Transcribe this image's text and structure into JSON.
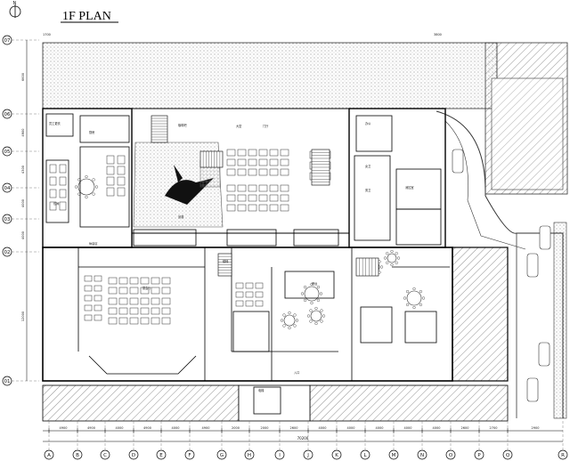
{
  "title": "1F PLAN",
  "north_label": "N",
  "rows": [
    "07",
    "06",
    "05",
    "04",
    "03",
    "02",
    "01"
  ],
  "cols": [
    "A",
    "B",
    "C",
    "D",
    "E",
    "F",
    "G",
    "H",
    "I",
    "J",
    "K",
    "L",
    "M",
    "N",
    "O",
    "P",
    "Q",
    "R"
  ],
  "bottom_dims": [
    "4900",
    "4900",
    "4000",
    "4900",
    "4000",
    "4900",
    "2000",
    "2000",
    "2600",
    "4000",
    "4000",
    "4000",
    "4000",
    "4000",
    "2600",
    "2700",
    "2900",
    "5900"
  ],
  "overall_dim": "70200",
  "left_dims": [
    "6600",
    "4900",
    "4300",
    "4000",
    "4000",
    "12000"
  ],
  "top_dims": [
    "1700",
    "3800"
  ],
  "labels": [
    "咖啡吧",
    "厨房",
    "员工更衣",
    "女卫",
    "男卫",
    "包间",
    "大堂",
    "门厅",
    "景观",
    "休息区",
    "宴会厅",
    "吧台",
    "入口",
    "办公",
    "消控室",
    "楼梯",
    "电梯"
  ]
}
